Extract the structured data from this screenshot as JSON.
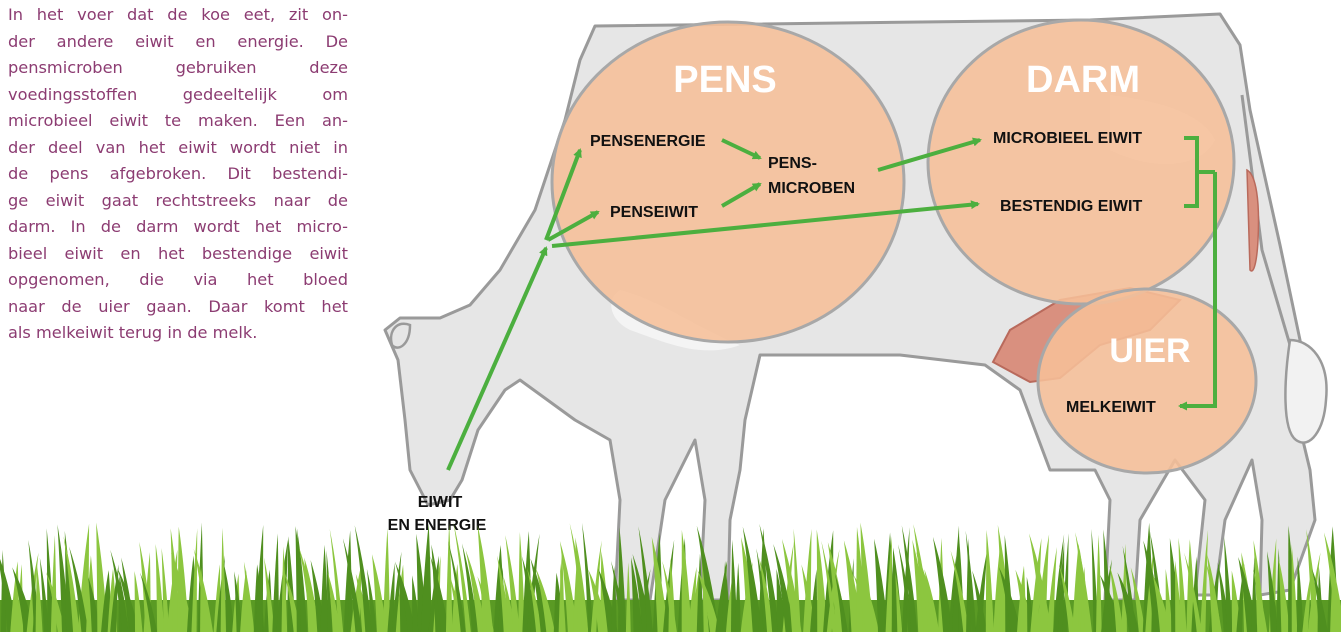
{
  "intro_text": [
    "In het voer dat de koe eet, zit on-",
    "der andere eiwit en energie. De",
    "pensmicroben gebruiken deze",
    "voedingsstoffen gedeeltelijk om",
    "microbieel eiwit te maken. Een an-",
    "der deel van het eiwit wordt niet in",
    "de pens afgebroken. Dit bestendi-",
    "ge eiwit gaat rechtstreeks naar de",
    "darm. In de darm wordt het micro-",
    "bieel eiwit en het bestendige eiwit",
    "opgenomen, die via het bloed",
    "naar de uier gaan. Daar komt het",
    "als melkeiwit terug in de melk."
  ],
  "organs": {
    "pens": "PENS",
    "darm": "DARM",
    "uier": "UIER"
  },
  "nodes": {
    "feed_line1": "EIWIT",
    "feed_line2": "EN ENERGIE",
    "pensenergie": "PENSENERGIE",
    "penseiwit": "PENSEIWIT",
    "pensmicroben_line1": "PENS-",
    "pensmicroben_line2": "MICROBEN",
    "microbieel_eiwit": "MICROBIEEL EIWIT",
    "bestendig_eiwit": "BESTENDIG EIWIT",
    "melkeiwit": "MELKEIWIT"
  },
  "colors": {
    "intro_text": "#8c3c72",
    "cow_body": "#e6e6e6",
    "cow_outline": "#9a9a9a",
    "organ_fill": "#f6bf99",
    "organ_border": "#a8a8a8",
    "organ_title": "#ffffff",
    "arrow": "#4caf3f",
    "udder": "#d9907f",
    "grass_dark": "#4f8f1f",
    "grass_light": "#8cc63f"
  }
}
